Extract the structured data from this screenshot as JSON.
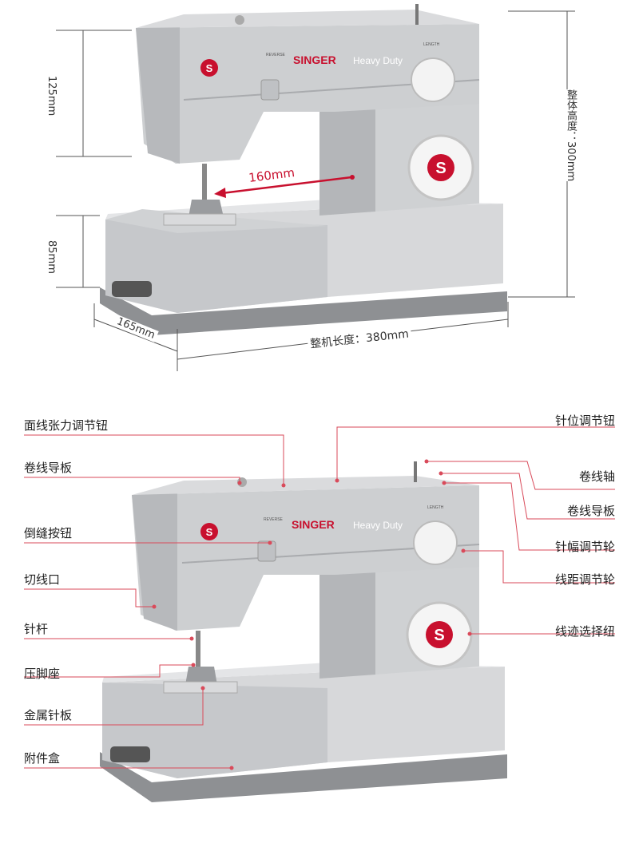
{
  "brand": {
    "name": "SINGER",
    "model": "Heavy Duty",
    "logo_letter": "S",
    "reverse_label": "REVERSE",
    "length_label": "LENGTH"
  },
  "dimensions": {
    "arm_height": "125mm",
    "throat_width": "160mm",
    "base_height": "85mm",
    "depth": "165mm",
    "total_length": "整机长度：380mm",
    "total_height": "整体高度：300mm"
  },
  "callouts_left": [
    "面线张力调节钮",
    "卷线导板",
    "倒缝按钮",
    "切线口",
    "针杆",
    "压脚座",
    "金属针板",
    "附件盒"
  ],
  "callouts_right": [
    "针位调节钮",
    "卷线轴",
    "卷线导板",
    "针幅调节轮",
    "线距调节轮",
    "线迹选择纽"
  ],
  "colors": {
    "body": "#c9cbcd",
    "body_light": "#dcdde0",
    "body_dark": "#a9abae",
    "accent": "#c8102e",
    "callout_line": "#d94a5a"
  }
}
